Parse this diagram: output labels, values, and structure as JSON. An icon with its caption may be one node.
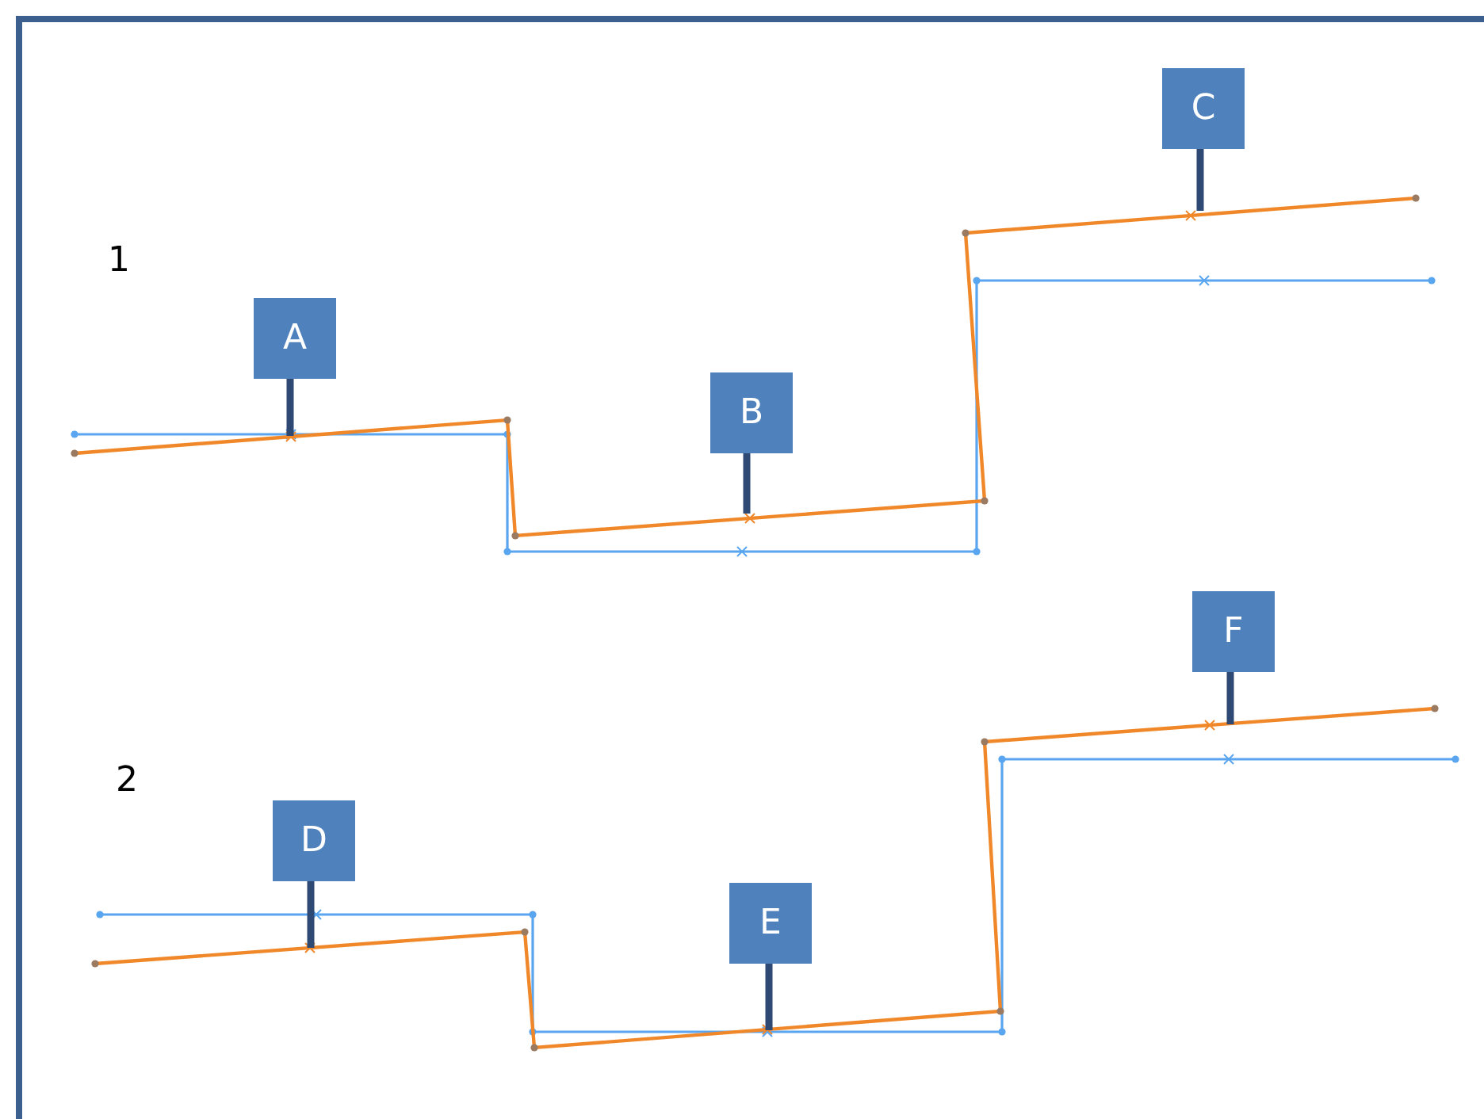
{
  "diagram": {
    "nodes": [
      {
        "text": [
          "A"
        ]
      },
      {
        "text": [
          "B"
        ]
      },
      {
        "text": [
          "C"
        ]
      },
      {
        "text": [
          "D"
        ]
      },
      {
        "text": [
          "E"
        ]
      },
      {
        "text": [
          "F"
        ]
      }
    ],
    "edges": [
      {
        "from": 0,
        "to": null,
        "arrow": "none"
      },
      {
        "from": 1,
        "to": null,
        "arrow": "none"
      },
      {
        "from": 2,
        "to": null,
        "arrow": "none"
      },
      {
        "from": 3,
        "to": null,
        "arrow": "none"
      },
      {
        "from": 4,
        "to": null,
        "arrow": "none"
      },
      {
        "from": 5,
        "to": null,
        "arrow": "none"
      }
    ],
    "labels": [
      "1",
      "2"
    ]
  }
}
